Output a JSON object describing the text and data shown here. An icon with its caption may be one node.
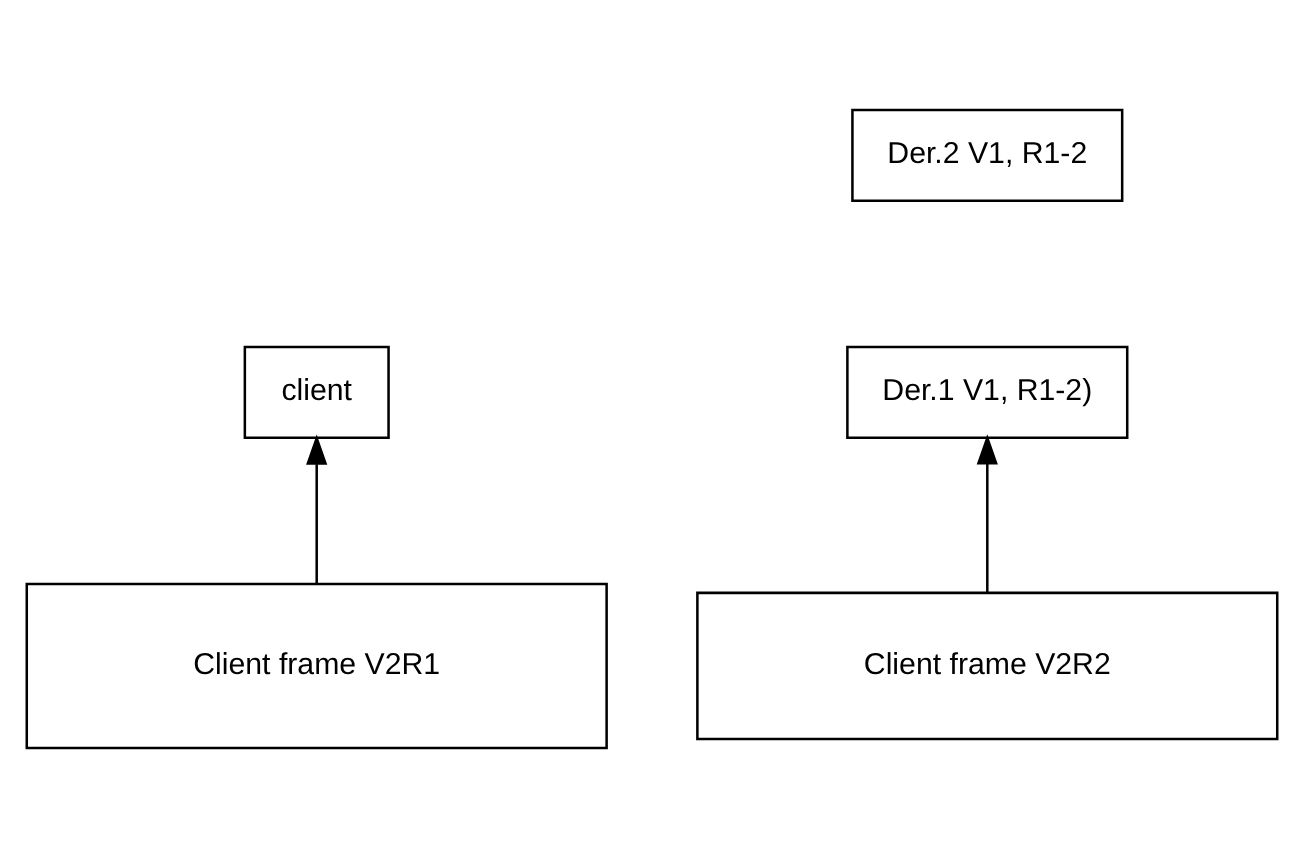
{
  "diagram": {
    "nodes": [
      {
        "text": [
          "client"
        ]
      },
      {
        "text": [
          "Der.2 V1, R1-2"
        ]
      },
      {
        "text": [
          "Der.1 V1, R1-2)"
        ]
      },
      {
        "text": [
          "Client frame V2R2"
        ]
      },
      {
        "text": [
          "Client frame V2R1"
        ]
      }
    ],
    "edges": [
      {
        "from": 4,
        "to": 0,
        "arrow": "to"
      },
      {
        "from": 3,
        "to": 2,
        "arrow": "to"
      }
    ]
  }
}
